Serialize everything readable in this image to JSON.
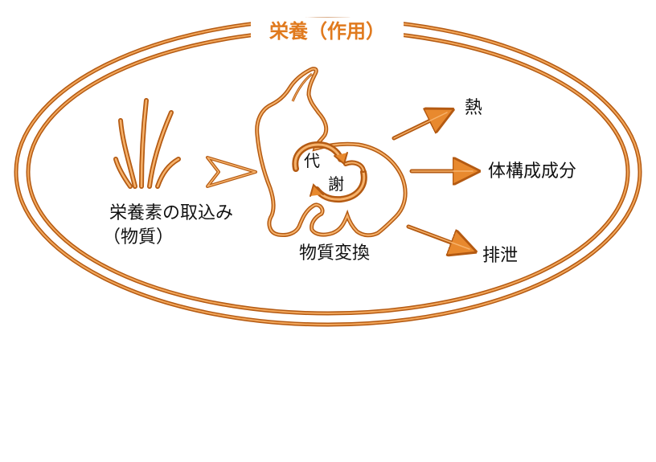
{
  "title": "栄養（作用）",
  "intake": {
    "line1": "栄養素の取込み",
    "line2": "（物質）"
  },
  "metabolism": {
    "char1": "代",
    "char2": "謝"
  },
  "conversion": "物質変換",
  "outputs": {
    "heat": "熱",
    "body": "体構成成分",
    "excretion": "排泄"
  },
  "colors": {
    "orange": "#e8892e",
    "orange_dark": "#b45a12",
    "text": "#111111"
  }
}
